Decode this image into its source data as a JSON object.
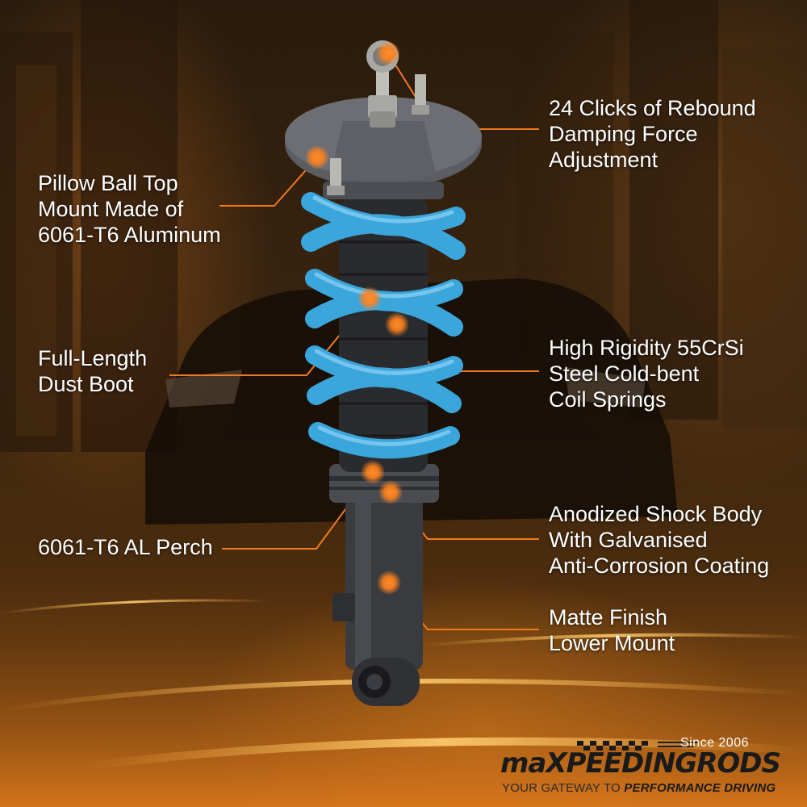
{
  "features": {
    "rebound": [
      "24 Clicks of Rebound",
      "Damping Force",
      "Adjustment"
    ],
    "top_mount": [
      "Pillow Ball Top",
      "Mount Made of",
      "6061-T6 Aluminum"
    ],
    "dust_boot": [
      "Full-Length",
      "Dust Boot"
    ],
    "springs": [
      "High Rigidity 55CrSi",
      "Steel Cold-bent",
      "Coil Springs"
    ],
    "perch": [
      "6061-T6 AL Perch"
    ],
    "shock_body": [
      "Anodized Shock Body",
      "With Galvanised",
      "Anti-Corrosion Coating"
    ],
    "lower_mount": [
      "Matte Finish",
      "Lower Mount"
    ]
  },
  "brand": {
    "since": "Since 2006",
    "logo_part1": "maX",
    "logo_part2": "PEEDINGRODS",
    "tagline_prefix": "YOUR GATEWAY TO ",
    "tagline_bold": "PERFORMANCE DRIVING"
  },
  "colors": {
    "accent": "#f07a1e",
    "spring": "#3aa6dc",
    "body": "#3a3b3f"
  }
}
